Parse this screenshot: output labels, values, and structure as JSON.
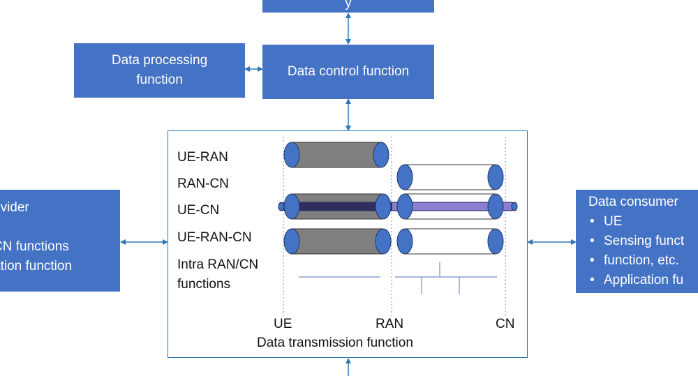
{
  "boxes": {
    "top": "y",
    "processing": "Data processing function",
    "control": "Data control function",
    "provider_line1": "ovider",
    "provider_line2": "CN functions",
    "provider_line3": "ation function",
    "consumer_title": "Data consumer",
    "consumer_items": [
      "UE",
      "Sensing funct",
      "function, etc.",
      "Application fu"
    ]
  },
  "transmission": {
    "rows": [
      "UE-RAN",
      "RAN-CN",
      "UE-CN",
      "UE-RAN-CN",
      "Intra RAN/CN",
      "functions"
    ],
    "endpoints": [
      "UE",
      "RAN",
      "CN"
    ],
    "title": "Data transmission function"
  },
  "colors": {
    "box": "#4472C4",
    "arrow": "#2E75B6",
    "pipe_gray": "#7F7F7F",
    "pipe_dark": "#2F2F5F",
    "pipe_light": "#8A7FD0",
    "pipe_cap": "#4472C4"
  }
}
